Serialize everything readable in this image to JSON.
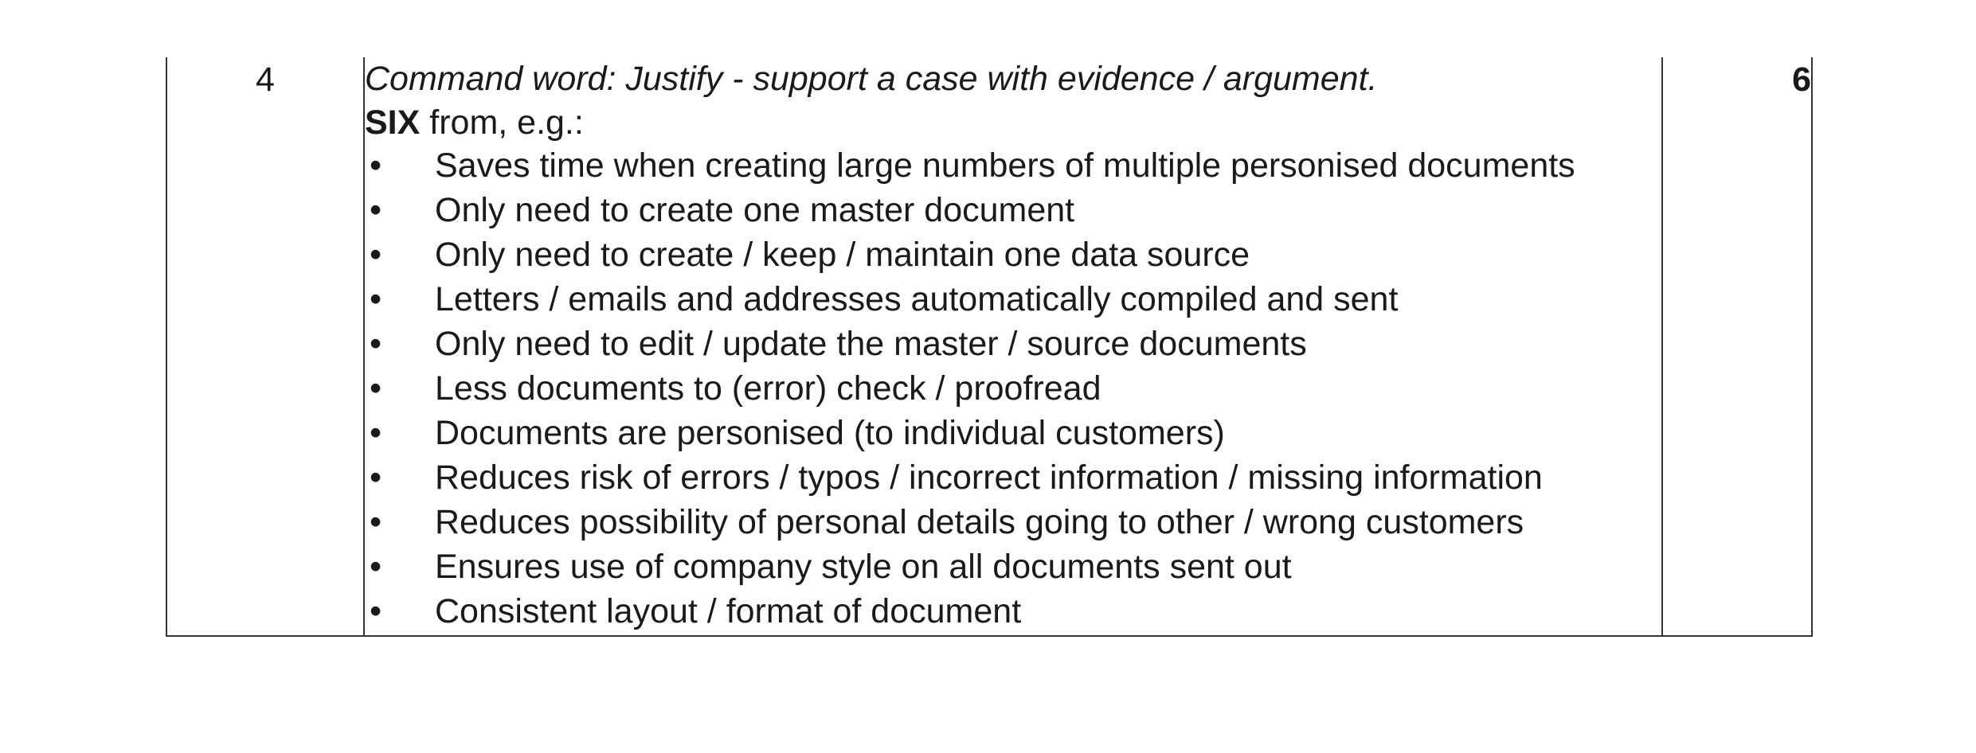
{
  "question": {
    "number": "4",
    "command": "Command word: Justify - support a case with evidence / argument.",
    "intro_strong": "SIX",
    "intro_rest": " from, e.g.:",
    "bullet_glyph": "•",
    "points": [
      "Saves time when creating large numbers of multiple personised documents",
      "Only need to create one master document",
      "Only need to create / keep / maintain one data source",
      "Letters / emails and addresses automatically compiled and sent",
      "Only need to edit / update the master / source documents",
      "Less documents to (error) check / proofread",
      "Documents are personised (to individual customers)",
      "Reduces risk of errors / typos / incorrect information / missing information",
      "Reduces possibility of personal details going to other / wrong customers",
      "Ensures use of company style on all documents sent out",
      "Consistent layout / format of document"
    ],
    "marks": "6"
  }
}
